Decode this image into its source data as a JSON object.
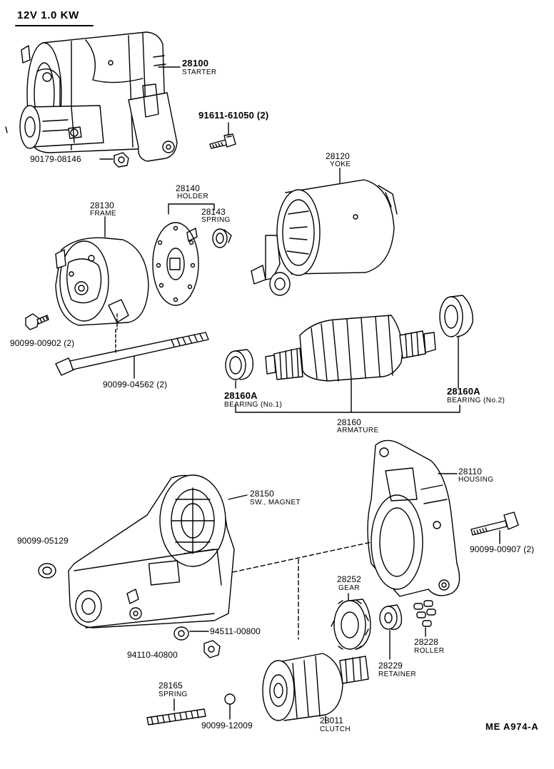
{
  "header": {
    "title": "12V  1.0 KW"
  },
  "footer": {
    "ref": "ME  A974-A"
  },
  "parts": {
    "starter": {
      "num": "28100",
      "name": "STARTER"
    },
    "bolt_91611": {
      "num": "91611-61050 (2)"
    },
    "nut_90179": {
      "num": "90179-08146"
    },
    "yoke": {
      "num": "28120",
      "name": "YOKE"
    },
    "holder": {
      "num": "28140",
      "name": "HOLDER"
    },
    "frame": {
      "num": "28130",
      "name": "FRAME"
    },
    "spring_28143": {
      "num": "28143",
      "name": "SPRING"
    },
    "screw_00902": {
      "num": "90099-00902 (2)"
    },
    "bolt_04562": {
      "num": "90099-04562 (2)"
    },
    "bearing_1": {
      "num": "28160A",
      "name": "BEARING (No.1)"
    },
    "bearing_2": {
      "num": "28160A",
      "name": "BEARING (No.2)"
    },
    "armature": {
      "num": "28160",
      "name": "ARMATURE"
    },
    "housing": {
      "num": "28110",
      "name": "HOUSING"
    },
    "sw_magnet": {
      "num": "28150",
      "name": "SW., MAGNET"
    },
    "part_05129": {
      "num": "90099-05129"
    },
    "bolt_00907": {
      "num": "90099-00907 (2)"
    },
    "gear": {
      "num": "28252",
      "name": "GEAR"
    },
    "roller": {
      "num": "28228",
      "name": "ROLLER"
    },
    "retainer": {
      "num": "28229",
      "name": "RETAINER"
    },
    "washer_94511": {
      "num": "94511-00800"
    },
    "nut_94110": {
      "num": "94110-40800"
    },
    "spring_28165": {
      "num": "28165",
      "name": "SPRING"
    },
    "ball_12009": {
      "num": "90099-12009"
    },
    "clutch": {
      "num": "28011",
      "name": "CLUTCH"
    }
  }
}
